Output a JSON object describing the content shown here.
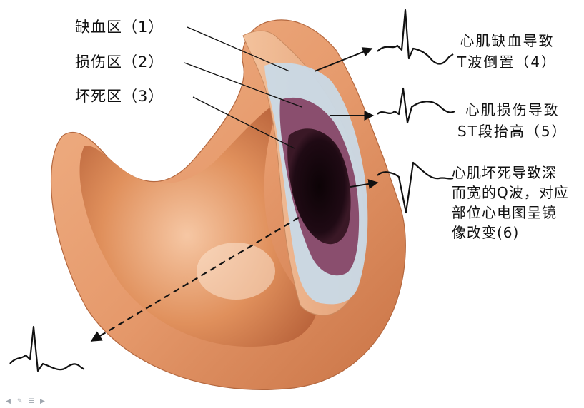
{
  "labels": {
    "ischemia_zone": "缺血区（1）",
    "injury_zone": "损伤区（2）",
    "necrosis_zone": "坏死区（3）",
    "ischemia_effect_l1": "心肌缺血导致",
    "ischemia_effect_l2": "T波倒置（4）",
    "injury_effect_l1": "心肌损伤导致",
    "injury_effect_l2": "ST段抬高（5）",
    "necrosis_effect_l1": "心肌坏死导致深",
    "necrosis_effect_l2": "而宽的Q波，对应",
    "necrosis_effect_l3": "部位心电图呈镜",
    "necrosis_effect_l4": "像改变(6)"
  },
  "colors": {
    "heart_wall": "#e69a6c",
    "heart_inner": "#d47f4f",
    "ischemia": "#c9d9e6",
    "injury": "#8a4e6e",
    "necrosis": "#1b0b12",
    "ink": "#111111"
  },
  "player_icons": [
    "prev-icon",
    "pen-icon",
    "menu-icon",
    "next-icon"
  ]
}
